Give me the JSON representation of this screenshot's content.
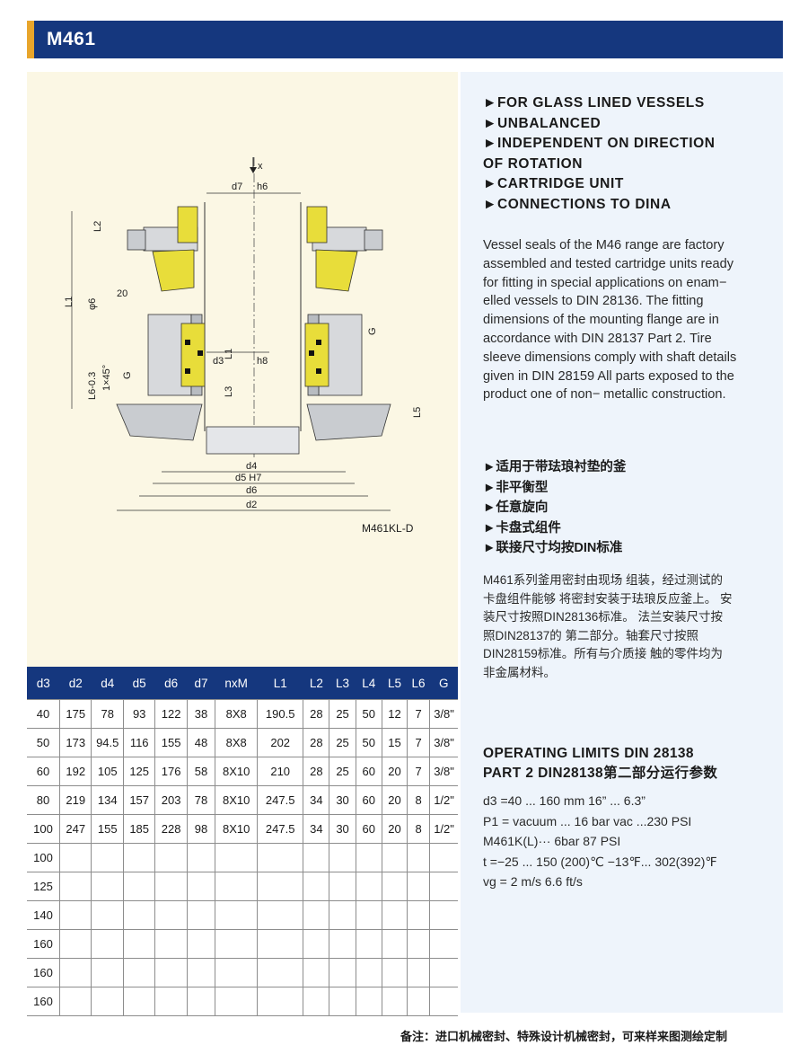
{
  "header": {
    "title": "M461"
  },
  "drawing": {
    "caption": "M461KL-D",
    "labels": {
      "x": "x",
      "d7": "d7",
      "h6": "h6",
      "L2": "L2",
      "L1": "L1",
      "phi6": "φ6",
      "twenty": "20",
      "d3": "d3",
      "h8": "h8",
      "L1b": "L1",
      "L3": "L3",
      "G_left": "G",
      "G_right": "G",
      "L6": "L6-0.3",
      "chamfer": "1×45°",
      "L5": "L5",
      "d4": "d4",
      "d5H7": "d5 H7",
      "d6": "d6",
      "d2": "d2"
    }
  },
  "features_en": [
    "►FOR GLASS LINED VESSELS",
    "►UNBALANCED",
    "►INDEPENDENT ON DIRECTION",
    "OF ROTATION",
    "►CARTRIDGE UNIT",
    "►CONNECTIONS TO DINA"
  ],
  "description_en": [
    "Vessel seals of the M46 range are factory",
    "assembled and tested cartridge units ready",
    "for fitting in special applications on enam−",
    "elled vessels to DIN 28136. The fitting",
    "dimensions of the mounting flange are in",
    "accordance with DIN 28137 Part 2. Tire",
    "sleeve dimensions comply with shaft details",
    "given in DIN 28159 All parts exposed to the",
    "product one of non− metallic construction."
  ],
  "features_cn": [
    "►适用于带珐琅衬垫的釜",
    "►非平衡型",
    "►任意旋向",
    "►卡盘式组件",
    "►联接尺寸均按DIN标准"
  ],
  "description_cn": [
    "M461系列釜用密封由现场 组装，经过测试的",
    "卡盘组件能够 将密封安装于珐琅反应釜上。 安",
    "装尺寸按照DIN28136标准。 法兰安装尺寸按",
    "照DIN28137的 第二部分。轴套尺寸按照",
    "DIN28159标准。所有与介质接 触的零件均为",
    "非金属材料。"
  ],
  "operating_limits": {
    "title_line1": "OPERATING LIMITS DIN 28138",
    "title_line2": "PART 2 DIN28138第二部分运行参数",
    "lines": [
      "d3 =40 ... 160 mm 16” ... 6.3”",
      "P1 = vacuum ... 16 bar vac ...230 PSI",
      "M461K(L)··· 6bar 87 PSI",
      "t =−25 ... 150 (200)℃ −13℉... 302(392)℉",
      "vg = 2 m/s  6.6 ft/s"
    ]
  },
  "table": {
    "headers": [
      "d3",
      "d2",
      "d4",
      "d5",
      "d6",
      "d7",
      "nxM",
      "L1",
      "L2",
      "L3",
      "L4",
      "L5",
      "L6",
      "G"
    ],
    "rows": [
      [
        "40",
        "175",
        "78",
        "93",
        "122",
        "38",
        "8X8",
        "190.5",
        "28",
        "25",
        "50",
        "12",
        "7",
        "3/8\""
      ],
      [
        "50",
        "173",
        "94.5",
        "116",
        "155",
        "48",
        "8X8",
        "202",
        "28",
        "25",
        "50",
        "15",
        "7",
        "3/8\""
      ],
      [
        "60",
        "192",
        "105",
        "125",
        "176",
        "58",
        "8X10",
        "210",
        "28",
        "25",
        "60",
        "20",
        "7",
        "3/8\""
      ],
      [
        "80",
        "219",
        "134",
        "157",
        "203",
        "78",
        "8X10",
        "247.5",
        "34",
        "30",
        "60",
        "20",
        "8",
        "1/2\""
      ],
      [
        "100",
        "247",
        "155",
        "185",
        "228",
        "98",
        "8X10",
        "247.5",
        "34",
        "30",
        "60",
        "20",
        "8",
        "1/2\""
      ],
      [
        "100",
        "",
        "",
        "",
        "",
        "",
        "",
        "",
        "",
        "",
        "",
        "",
        "",
        ""
      ],
      [
        "125",
        "",
        "",
        "",
        "",
        "",
        "",
        "",
        "",
        "",
        "",
        "",
        "",
        ""
      ],
      [
        "140",
        "",
        "",
        "",
        "",
        "",
        "",
        "",
        "",
        "",
        "",
        "",
        "",
        ""
      ],
      [
        "160",
        "",
        "",
        "",
        "",
        "",
        "",
        "",
        "",
        "",
        "",
        "",
        "",
        ""
      ],
      [
        "160",
        "",
        "",
        "",
        "",
        "",
        "",
        "",
        "",
        "",
        "",
        "",
        "",
        ""
      ],
      [
        "160",
        "",
        "",
        "",
        "",
        "",
        "",
        "",
        "",
        "",
        "",
        "",
        "",
        ""
      ]
    ]
  },
  "footer": {
    "note": "备注：进口机械密封、特殊设计机械密封，可来样来图测绘定制"
  },
  "colors": {
    "header_bg": "#15377e",
    "accent": "#e8a52b",
    "left_bg": "#fbf7e4",
    "right_bg": "#eef4fb",
    "seal_yellow": "#e8dd3a"
  }
}
